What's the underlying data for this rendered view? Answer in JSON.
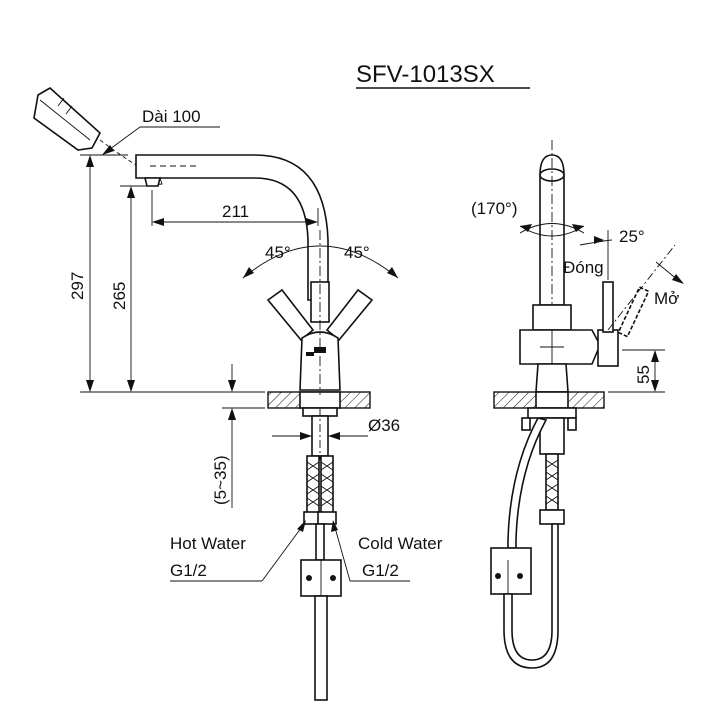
{
  "model": "SFV-1013SX",
  "labels": {
    "dai": "Dài 100",
    "d211": "211",
    "d297": "297",
    "d265": "265",
    "angle_left": "45°",
    "angle_right": "45°",
    "dia": "Ø36",
    "range": "(5~35)",
    "hot_water": "Hot Water",
    "hot_thread": "G1/2",
    "cold_water": "Cold Water",
    "cold_thread": "G1/2",
    "rotation": "(170°)",
    "tilt": "25°",
    "close": "Đóng",
    "open": "Mở",
    "d55": "55"
  },
  "colors": {
    "line": "#111111",
    "background": "#ffffff"
  }
}
